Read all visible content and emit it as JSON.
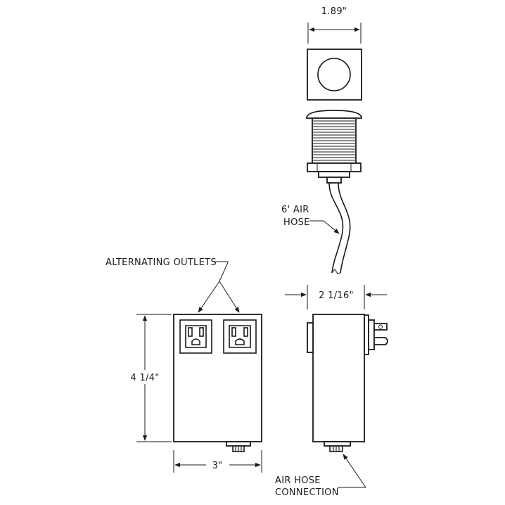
{
  "dimensions": {
    "top_width": "1.89\"",
    "side_depth": "2 1/16\"",
    "box_height": "4 1/4\"",
    "box_width": "3\""
  },
  "labels": {
    "hose_line1": "6' AIR",
    "hose_line2": "HOSE",
    "outlets": "ALTERNATING OUTLETS",
    "connection_line1": "AIR HOSE",
    "connection_line2": "CONNECTION"
  }
}
